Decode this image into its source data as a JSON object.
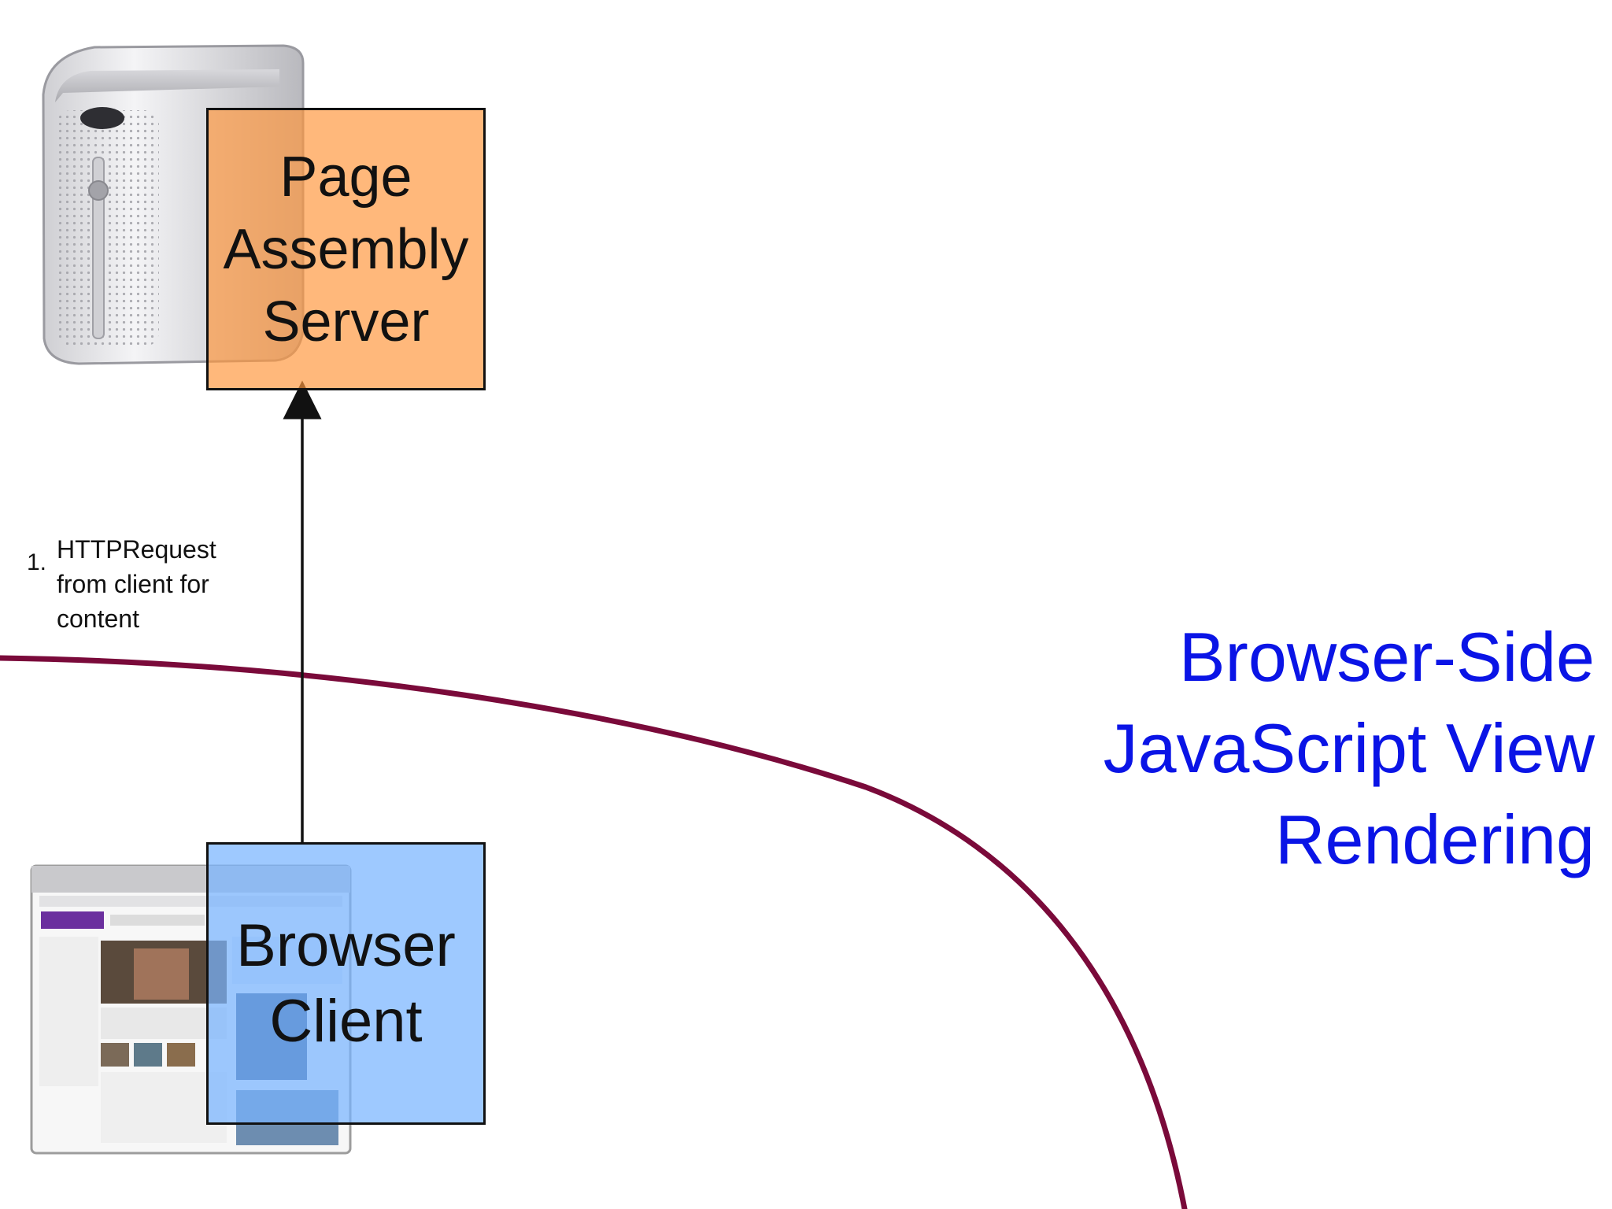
{
  "server_box": {
    "lines": [
      "Page",
      "Assembly",
      "Server"
    ]
  },
  "client_box": {
    "lines": [
      "Browser",
      "Client"
    ]
  },
  "arrow_label": {
    "number": "1.",
    "lines": [
      "HTTPRequest",
      "from client for",
      "content"
    ]
  },
  "title": {
    "lines": [
      "Browser-Side",
      "JavaScript View",
      "Rendering"
    ]
  },
  "colors": {
    "server_box_fill": "#ff963c",
    "client_box_fill": "#78b4ff",
    "title_text": "#0a14e6",
    "curve": "#7a0a3a",
    "outline": "#111111"
  },
  "icons": [
    "server-tower-icon",
    "browser-screenshot-icon"
  ]
}
